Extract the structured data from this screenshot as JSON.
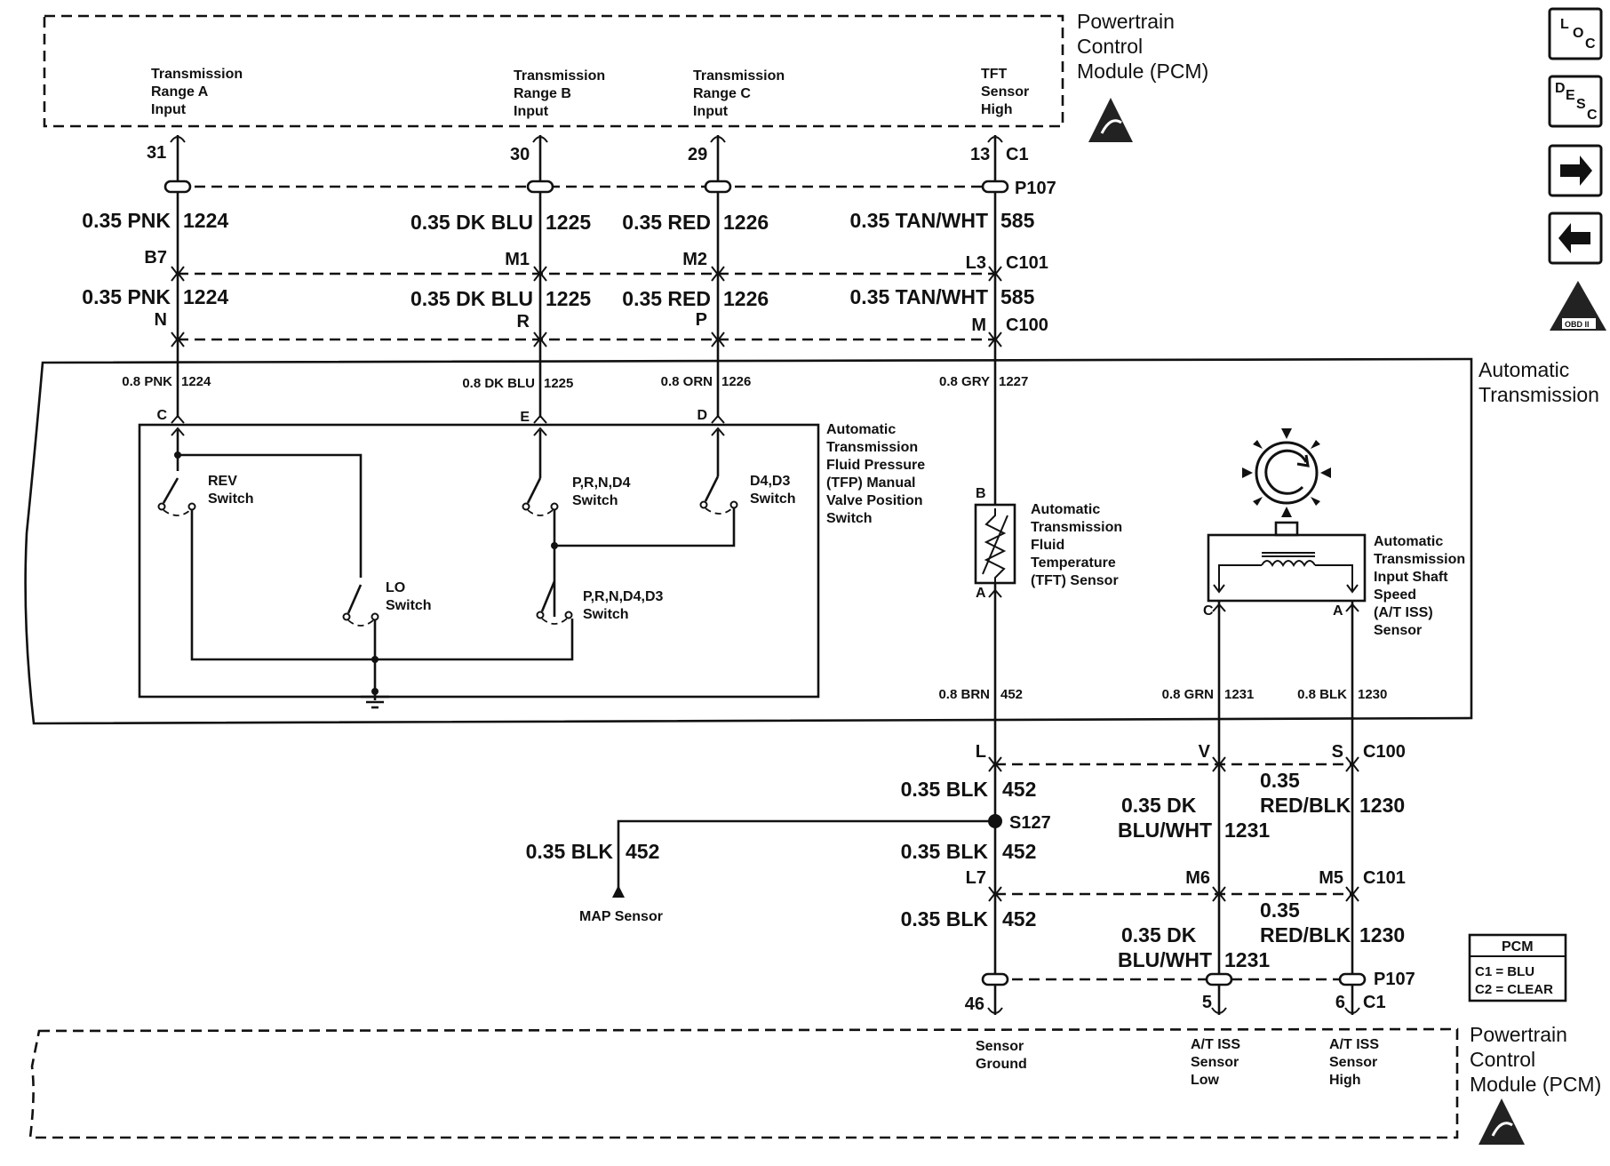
{
  "pcm_top": {
    "title_lines": [
      "Powertrain",
      "Control",
      "Module (PCM)"
    ]
  },
  "pcm_bottom": {
    "title_lines": [
      "Powertrain",
      "Control",
      "Module (PCM)"
    ]
  },
  "transmission": {
    "title_lines": [
      "Automatic",
      "Transmission"
    ]
  },
  "inputs": {
    "range_a": {
      "lines": [
        "Transmission",
        "Range A",
        "Input"
      ],
      "pin": "31"
    },
    "range_b": {
      "lines": [
        "Transmission",
        "Range B",
        "Input"
      ],
      "pin": "30"
    },
    "range_c": {
      "lines": [
        "Transmission",
        "Range C",
        "Input"
      ],
      "pin": "29"
    },
    "tft_high": {
      "lines": [
        "TFT",
        "Sensor",
        "High"
      ],
      "pin": "13",
      "connector": "C1"
    }
  },
  "connectors": {
    "p107_top": "P107",
    "c101_top": "C101",
    "c100_top": "C100",
    "c100_bottom": "C100",
    "c101_bottom": "C101",
    "p107_bottom": "P107",
    "c1_bottom": "C1"
  },
  "wires_top": {
    "a1": {
      "color": "0.35 PNK",
      "circuit": "1224"
    },
    "b1": {
      "color": "0.35 DK BLU",
      "circuit": "1225"
    },
    "c1": {
      "color": "0.35 RED",
      "circuit": "1226"
    },
    "d1": {
      "color": "0.35 TAN/WHT",
      "circuit": "585"
    },
    "a2": {
      "color": "0.35 PNK",
      "circuit": "1224"
    },
    "b2": {
      "color": "0.35 DK BLU",
      "circuit": "1225"
    },
    "c2": {
      "color": "0.35 RED",
      "circuit": "1226"
    },
    "d2": {
      "color": "0.35 TAN/WHT",
      "circuit": "585"
    }
  },
  "pins_c101_top": {
    "a": "B7",
    "b": "M1",
    "c": "M2",
    "d": "L3"
  },
  "pins_c100_top": {
    "a": "N",
    "b": "R",
    "c": "P",
    "d": "M"
  },
  "wires_trans": {
    "a": {
      "color": "0.8 PNK",
      "circuit": "1224"
    },
    "b": {
      "color": "0.8 DK BLU",
      "circuit": "1225"
    },
    "c": {
      "color": "0.8 ORN",
      "circuit": "1226"
    },
    "d": {
      "color": "0.8 GRY",
      "circuit": "1227"
    },
    "brn": {
      "color": "0.8 BRN",
      "circuit": "452"
    },
    "grn": {
      "color": "0.8 GRN",
      "circuit": "1231"
    },
    "blk": {
      "color": "0.8 BLK",
      "circuit": "1230"
    }
  },
  "switch_pins": {
    "c": "C",
    "e": "E",
    "d": "D"
  },
  "tfp": {
    "lines": [
      "Automatic",
      "Transmission",
      "Fluid Pressure",
      "(TFP) Manual",
      "Valve Position",
      "Switch"
    ]
  },
  "switches": {
    "rev": [
      "REV",
      "Switch"
    ],
    "lo": [
      "LO",
      "Switch"
    ],
    "prnd4": [
      "P,R,N,D4",
      "Switch"
    ],
    "d4d3": [
      "D4,D3",
      "Switch"
    ],
    "prnd4d3": [
      "P,R,N,D4,D3",
      "Switch"
    ]
  },
  "tft_sensor": {
    "lines": [
      "Automatic",
      "Transmission",
      "Fluid",
      "Temperature",
      "(TFT) Sensor"
    ],
    "pin_b": "B",
    "pin_a": "A"
  },
  "iss_sensor": {
    "lines": [
      "Automatic",
      "Transmission",
      "Input Shaft",
      "Speed",
      "(A/T ISS)",
      "Sensor"
    ],
    "pin_c": "C",
    "pin_a": "A"
  },
  "bottom_pins_c100": {
    "l": "L",
    "v": "V",
    "s": "S"
  },
  "bottom_wires": {
    "blk1": {
      "color": "0.35 BLK",
      "circuit": "452"
    },
    "blk_map": {
      "color": "0.35 BLK",
      "circuit": "452"
    },
    "blk2": {
      "color": "0.35 BLK",
      "circuit": "452"
    },
    "blk3": {
      "color": "0.35 BLK",
      "circuit": "452"
    },
    "dkblu1": {
      "color_lines": [
        "0.35 DK",
        "BLU/WHT"
      ],
      "circuit": "1231"
    },
    "dkblu2": {
      "color_lines": [
        "0.35 DK",
        "BLU/WHT"
      ],
      "circuit": "1231"
    },
    "redblk1": {
      "color_lines": [
        "0.35",
        "RED/BLK"
      ],
      "circuit": "1230"
    },
    "redblk2": {
      "color_lines": [
        "0.35",
        "RED/BLK"
      ],
      "circuit": "1230"
    }
  },
  "splice": "S127",
  "map_sensor": "MAP Sensor",
  "bottom_pins_c101": {
    "l": "L7",
    "v": "M6",
    "s": "M5"
  },
  "bottom_pcm_pins": {
    "ground": "46",
    "low": "5",
    "high": "6"
  },
  "bottom_inputs": {
    "ground": [
      "Sensor",
      "Ground"
    ],
    "low": [
      "A/T ISS",
      "Sensor",
      "Low"
    ],
    "high": [
      "A/T ISS",
      "Sensor",
      "High"
    ]
  },
  "pcm_legend": {
    "title": "PCM",
    "lines": [
      "C1 = BLU",
      "C2 = CLEAR"
    ]
  },
  "nav": {
    "loc": {
      "top": "L",
      "mid": "O",
      "sub": "C"
    },
    "desc": {
      "a": "D",
      "b": "E",
      "c": "S",
      "d": "C"
    },
    "forward_icon": "right-arrow-icon",
    "back_icon": "left-arrow-icon",
    "obd_label": "OBD II"
  }
}
